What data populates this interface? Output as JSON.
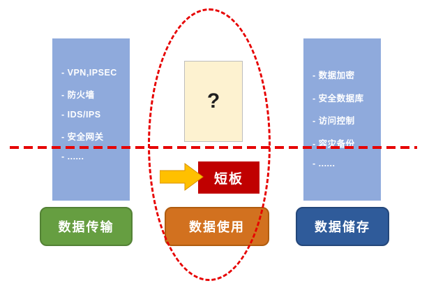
{
  "left_panel": {
    "items": [
      "- VPN,IPSEC",
      "- 防火墙",
      "- IDS/IPS",
      "- 安全网关",
      "- ......"
    ]
  },
  "right_panel": {
    "items": [
      "- 数据加密",
      "- 安全数据库",
      "- 访问控制",
      "- 容灾备份",
      "- ......"
    ]
  },
  "center": {
    "question_mark": "?",
    "weak_point_label": "短板"
  },
  "stages": [
    {
      "label": "数据传输",
      "color": "#669E41"
    },
    {
      "label": "数据使用",
      "color": "#D2711F"
    },
    {
      "label": "数据储存",
      "color": "#2F5B9A"
    }
  ],
  "colors": {
    "panel_blue": "#8FAADC",
    "cream_box": "#FDF2D0",
    "dashed_red": "#E60000",
    "weak_box_red": "#C00000",
    "arrow_gold": "#FFC000"
  }
}
